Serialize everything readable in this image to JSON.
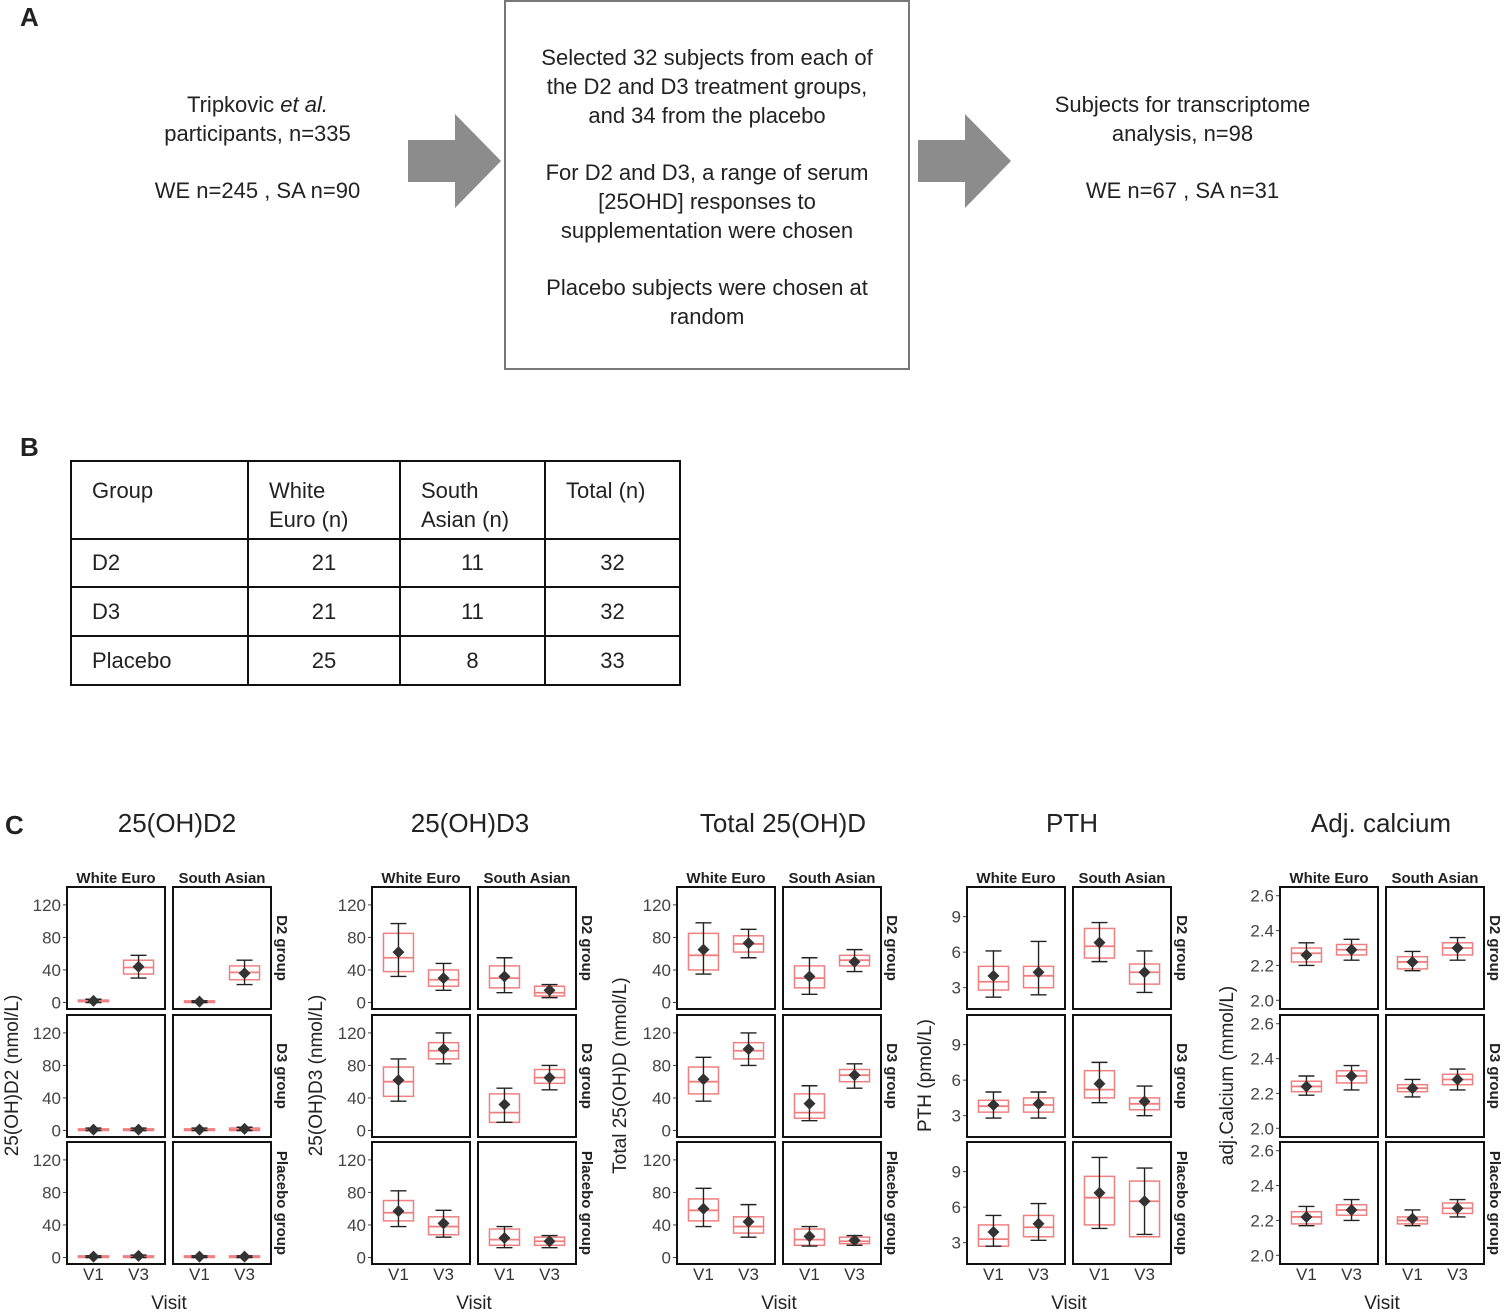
{
  "panel_labels": {
    "a": "A",
    "b": "B",
    "c": "C"
  },
  "panel_a": {
    "left_line1_pre": "Tripkovic ",
    "left_line1_italic": "et al.",
    "left_line2": "participants, n=335",
    "left_line3": "WE n=245 , SA n=90",
    "mid": [
      "Selected 32 subjects from each of",
      "the D2 and D3 treatment groups,",
      "and 34 from the placebo",
      "For D2 and D3, a range of serum",
      "[25OHD] responses to",
      "supplementation were chosen",
      "Placebo subjects were chosen at",
      "random"
    ],
    "right_line1": "Subjects for transcriptome",
    "right_line2": "analysis, n=98",
    "right_line3": "WE n=67 , SA n=31",
    "arrow_color": "#8c8c8c"
  },
  "panel_b": {
    "headers": {
      "group": "Group",
      "we_1": "White",
      "we_2": "Euro (n)",
      "sa_1": "South",
      "sa_2": "Asian (n)",
      "total": "Total (n)"
    },
    "rows": [
      {
        "group": "D2",
        "we": "21",
        "sa": "11",
        "total": "32"
      },
      {
        "group": "D3",
        "we": "21",
        "sa": "11",
        "total": "32"
      },
      {
        "group": "Placebo",
        "we": "25",
        "sa": "8",
        "total": "33"
      }
    ]
  },
  "chart_data": [
    {
      "type": "box",
      "title": "25(OH)D2",
      "xlabel": "Visit",
      "ylabel": "25(OH)D2 (nmol/L)",
      "ylim": [
        -8,
        142
      ],
      "yticks": [
        "0",
        "40",
        "80",
        "120"
      ],
      "columns": [
        "White Euro",
        "South Asian"
      ],
      "rows": [
        "D2 group",
        "D3 group",
        "Placebo group"
      ],
      "x": [
        "V1",
        "V3"
      ],
      "cells": [
        [
          [
            {
              "q1": 1,
              "med": 2,
              "q3": 3,
              "mean": 2,
              "lo": 0,
              "hi": 4
            },
            {
              "q1": 35,
              "med": 43,
              "q3": 52,
              "mean": 44,
              "lo": 30,
              "hi": 58
            }
          ],
          [
            {
              "q1": 0,
              "med": 1,
              "q3": 2,
              "mean": 1,
              "lo": 0,
              "hi": 2
            },
            {
              "q1": 28,
              "med": 37,
              "q3": 45,
              "mean": 36,
              "lo": 22,
              "hi": 52
            }
          ]
        ],
        [
          [
            {
              "q1": 0,
              "med": 1,
              "q3": 2,
              "mean": 1,
              "lo": 0,
              "hi": 3
            },
            {
              "q1": 0,
              "med": 1,
              "q3": 2,
              "mean": 1,
              "lo": 0,
              "hi": 3
            }
          ],
          [
            {
              "q1": 0,
              "med": 1,
              "q3": 2,
              "mean": 1,
              "lo": 0,
              "hi": 3
            },
            {
              "q1": 0,
              "med": 1,
              "q3": 3,
              "mean": 2,
              "lo": 0,
              "hi": 4
            }
          ]
        ],
        [
          [
            {
              "q1": 0,
              "med": 1,
              "q3": 2,
              "mean": 1,
              "lo": 0,
              "hi": 2
            },
            {
              "q1": 0,
              "med": 1,
              "q3": 2,
              "mean": 2,
              "lo": 0,
              "hi": 3
            }
          ],
          [
            {
              "q1": 0,
              "med": 1,
              "q3": 2,
              "mean": 1,
              "lo": 0,
              "hi": 2
            },
            {
              "q1": 0,
              "med": 1,
              "q3": 2,
              "mean": 1,
              "lo": 0,
              "hi": 2
            }
          ]
        ]
      ]
    },
    {
      "type": "box",
      "title": "25(OH)D3",
      "xlabel": "Visit",
      "ylabel": "25(OH)D3 (nmol/L)",
      "ylim": [
        -8,
        142
      ],
      "yticks": [
        "0",
        "40",
        "80",
        "120"
      ],
      "columns": [
        "White Euro",
        "South Asian"
      ],
      "rows": [
        "D2 group",
        "D3 group",
        "Placebo group"
      ],
      "x": [
        "V1",
        "V3"
      ],
      "cells": [
        [
          [
            {
              "q1": 38,
              "med": 55,
              "q3": 85,
              "mean": 62,
              "lo": 32,
              "hi": 97
            },
            {
              "q1": 20,
              "med": 28,
              "q3": 40,
              "mean": 30,
              "lo": 15,
              "hi": 48
            }
          ],
          [
            {
              "q1": 18,
              "med": 30,
              "q3": 45,
              "mean": 32,
              "lo": 12,
              "hi": 55
            },
            {
              "q1": 8,
              "med": 12,
              "q3": 20,
              "mean": 15,
              "lo": 6,
              "hi": 22
            }
          ]
        ],
        [
          [
            {
              "q1": 42,
              "med": 60,
              "q3": 78,
              "mean": 62,
              "lo": 36,
              "hi": 88
            },
            {
              "q1": 88,
              "med": 98,
              "q3": 108,
              "mean": 100,
              "lo": 82,
              "hi": 120
            }
          ],
          [
            {
              "q1": 10,
              "med": 22,
              "q3": 45,
              "mean": 32,
              "lo": 10,
              "hi": 52
            },
            {
              "q1": 58,
              "med": 65,
              "q3": 75,
              "mean": 65,
              "lo": 50,
              "hi": 80
            }
          ]
        ],
        [
          [
            {
              "q1": 45,
              "med": 55,
              "q3": 70,
              "mean": 57,
              "lo": 38,
              "hi": 82
            },
            {
              "q1": 28,
              "med": 38,
              "q3": 50,
              "mean": 42,
              "lo": 25,
              "hi": 58
            }
          ],
          [
            {
              "q1": 15,
              "med": 22,
              "q3": 35,
              "mean": 24,
              "lo": 12,
              "hi": 38
            },
            {
              "q1": 15,
              "med": 20,
              "q3": 25,
              "mean": 20,
              "lo": 12,
              "hi": 27
            }
          ]
        ]
      ]
    },
    {
      "type": "box",
      "title": "Total 25(OH)D",
      "xlabel": "Visit",
      "ylabel": "Total 25(OH)D (nmol/L)",
      "ylim": [
        -8,
        142
      ],
      "yticks": [
        "0",
        "40",
        "80",
        "120"
      ],
      "columns": [
        "White Euro",
        "South Asian"
      ],
      "rows": [
        "D2 group",
        "D3 group",
        "Placebo group"
      ],
      "x": [
        "V1",
        "V3"
      ],
      "cells": [
        [
          [
            {
              "q1": 40,
              "med": 58,
              "q3": 85,
              "mean": 65,
              "lo": 35,
              "hi": 98
            },
            {
              "q1": 62,
              "med": 72,
              "q3": 82,
              "mean": 73,
              "lo": 55,
              "hi": 90
            }
          ],
          [
            {
              "q1": 18,
              "med": 30,
              "q3": 45,
              "mean": 32,
              "lo": 10,
              "hi": 55
            },
            {
              "q1": 45,
              "med": 52,
              "q3": 58,
              "mean": 50,
              "lo": 38,
              "hi": 65
            }
          ]
        ],
        [
          [
            {
              "q1": 45,
              "med": 60,
              "q3": 78,
              "mean": 63,
              "lo": 36,
              "hi": 90
            },
            {
              "q1": 88,
              "med": 98,
              "q3": 108,
              "mean": 100,
              "lo": 80,
              "hi": 120
            }
          ],
          [
            {
              "q1": 15,
              "med": 22,
              "q3": 45,
              "mean": 33,
              "lo": 12,
              "hi": 55
            },
            {
              "q1": 60,
              "med": 68,
              "q3": 75,
              "mean": 68,
              "lo": 52,
              "hi": 82
            }
          ]
        ],
        [
          [
            {
              "q1": 45,
              "med": 58,
              "q3": 72,
              "mean": 60,
              "lo": 38,
              "hi": 85
            },
            {
              "q1": 30,
              "med": 38,
              "q3": 50,
              "mean": 44,
              "lo": 25,
              "hi": 65
            }
          ],
          [
            {
              "q1": 15,
              "med": 22,
              "q3": 35,
              "mean": 26,
              "lo": 14,
              "hi": 38
            },
            {
              "q1": 17,
              "med": 20,
              "q3": 25,
              "mean": 21,
              "lo": 15,
              "hi": 27
            }
          ]
        ]
      ]
    },
    {
      "type": "box",
      "title": "PTH",
      "xlabel": "Visit",
      "ylabel": "PTH (pmol/L)",
      "ylim": [
        1.2,
        11.5
      ],
      "yticks": [
        "3",
        "6",
        "9"
      ],
      "columns": [
        "White Euro",
        "South Asian"
      ],
      "rows": [
        "D2 group",
        "D3 group",
        "Placebo group"
      ],
      "x": [
        "V1",
        "V3"
      ],
      "cells": [
        [
          [
            {
              "q1": 2.8,
              "med": 3.5,
              "q3": 4.8,
              "mean": 4.0,
              "lo": 2.2,
              "hi": 6.1
            },
            {
              "q1": 3.0,
              "med": 4.0,
              "q3": 4.8,
              "mean": 4.3,
              "lo": 2.4,
              "hi": 6.9
            }
          ],
          [
            {
              "q1": 5.5,
              "med": 6.5,
              "q3": 8.0,
              "mean": 6.8,
              "lo": 5.2,
              "hi": 8.5
            },
            {
              "q1": 3.3,
              "med": 4.3,
              "q3": 5.0,
              "mean": 4.3,
              "lo": 2.6,
              "hi": 6.1
            }
          ]
        ],
        [
          [
            {
              "q1": 3.3,
              "med": 3.8,
              "q3": 4.3,
              "mean": 3.9,
              "lo": 2.8,
              "hi": 5.0
            },
            {
              "q1": 3.3,
              "med": 3.9,
              "q3": 4.5,
              "mean": 4.0,
              "lo": 2.8,
              "hi": 5.0
            }
          ],
          [
            {
              "q1": 4.5,
              "med": 5.2,
              "q3": 6.8,
              "mean": 5.7,
              "lo": 4.1,
              "hi": 7.5
            },
            {
              "q1": 3.5,
              "med": 4.0,
              "q3": 4.5,
              "mean": 4.2,
              "lo": 3.0,
              "hi": 5.5
            }
          ]
        ],
        [
          [
            {
              "q1": 2.7,
              "med": 3.3,
              "q3": 4.5,
              "mean": 3.9,
              "lo": 2.7,
              "hi": 5.3
            },
            {
              "q1": 3.5,
              "med": 4.3,
              "q3": 5.3,
              "mean": 4.6,
              "lo": 3.2,
              "hi": 6.3
            }
          ],
          [
            {
              "q1": 4.5,
              "med": 6.8,
              "q3": 8.6,
              "mean": 7.2,
              "lo": 4.2,
              "hi": 10.2
            },
            {
              "q1": 3.5,
              "med": 6.5,
              "q3": 8.2,
              "mean": 6.5,
              "lo": 3.7,
              "hi": 9.3
            }
          ]
        ]
      ]
    },
    {
      "type": "box",
      "title": "Adj. calcium",
      "xlabel": "Visit",
      "ylabel": "adj.Calcium (mmol/L)",
      "ylim": [
        1.95,
        2.65
      ],
      "yticks": [
        "2.0",
        "2.2",
        "2.4",
        "2.6"
      ],
      "columns": [
        "White Euro",
        "South Asian"
      ],
      "rows": [
        "D2 group",
        "D3 group",
        "Placebo group"
      ],
      "x": [
        "V1",
        "V3"
      ],
      "cells": [
        [
          [
            {
              "q1": 2.22,
              "med": 2.27,
              "q3": 2.3,
              "mean": 2.26,
              "lo": 2.2,
              "hi": 2.33
            },
            {
              "q1": 2.26,
              "med": 2.29,
              "q3": 2.32,
              "mean": 2.29,
              "lo": 2.23,
              "hi": 2.35
            }
          ],
          [
            {
              "q1": 2.18,
              "med": 2.22,
              "q3": 2.25,
              "mean": 2.22,
              "lo": 2.17,
              "hi": 2.28
            },
            {
              "q1": 2.26,
              "med": 2.3,
              "q3": 2.33,
              "mean": 2.3,
              "lo": 2.23,
              "hi": 2.36
            }
          ]
        ],
        [
          [
            {
              "q1": 2.21,
              "med": 2.24,
              "q3": 2.27,
              "mean": 2.24,
              "lo": 2.19,
              "hi": 2.3
            },
            {
              "q1": 2.26,
              "med": 2.3,
              "q3": 2.33,
              "mean": 2.3,
              "lo": 2.22,
              "hi": 2.36
            }
          ],
          [
            {
              "q1": 2.21,
              "med": 2.23,
              "q3": 2.25,
              "mean": 2.23,
              "lo": 2.18,
              "hi": 2.28
            },
            {
              "q1": 2.25,
              "med": 2.28,
              "q3": 2.31,
              "mean": 2.28,
              "lo": 2.22,
              "hi": 2.34
            }
          ]
        ],
        [
          [
            {
              "q1": 2.18,
              "med": 2.22,
              "q3": 2.25,
              "mean": 2.22,
              "lo": 2.17,
              "hi": 2.28
            },
            {
              "q1": 2.23,
              "med": 2.26,
              "q3": 2.29,
              "mean": 2.26,
              "lo": 2.2,
              "hi": 2.32
            }
          ],
          [
            {
              "q1": 2.18,
              "med": 2.2,
              "q3": 2.22,
              "mean": 2.21,
              "lo": 2.17,
              "hi": 2.26
            },
            {
              "q1": 2.24,
              "med": 2.27,
              "q3": 2.3,
              "mean": 2.27,
              "lo": 2.22,
              "hi": 2.32
            }
          ]
        ]
      ]
    }
  ],
  "colors": {
    "box": "#f08080",
    "point": "#333333",
    "frame": "#111111"
  }
}
